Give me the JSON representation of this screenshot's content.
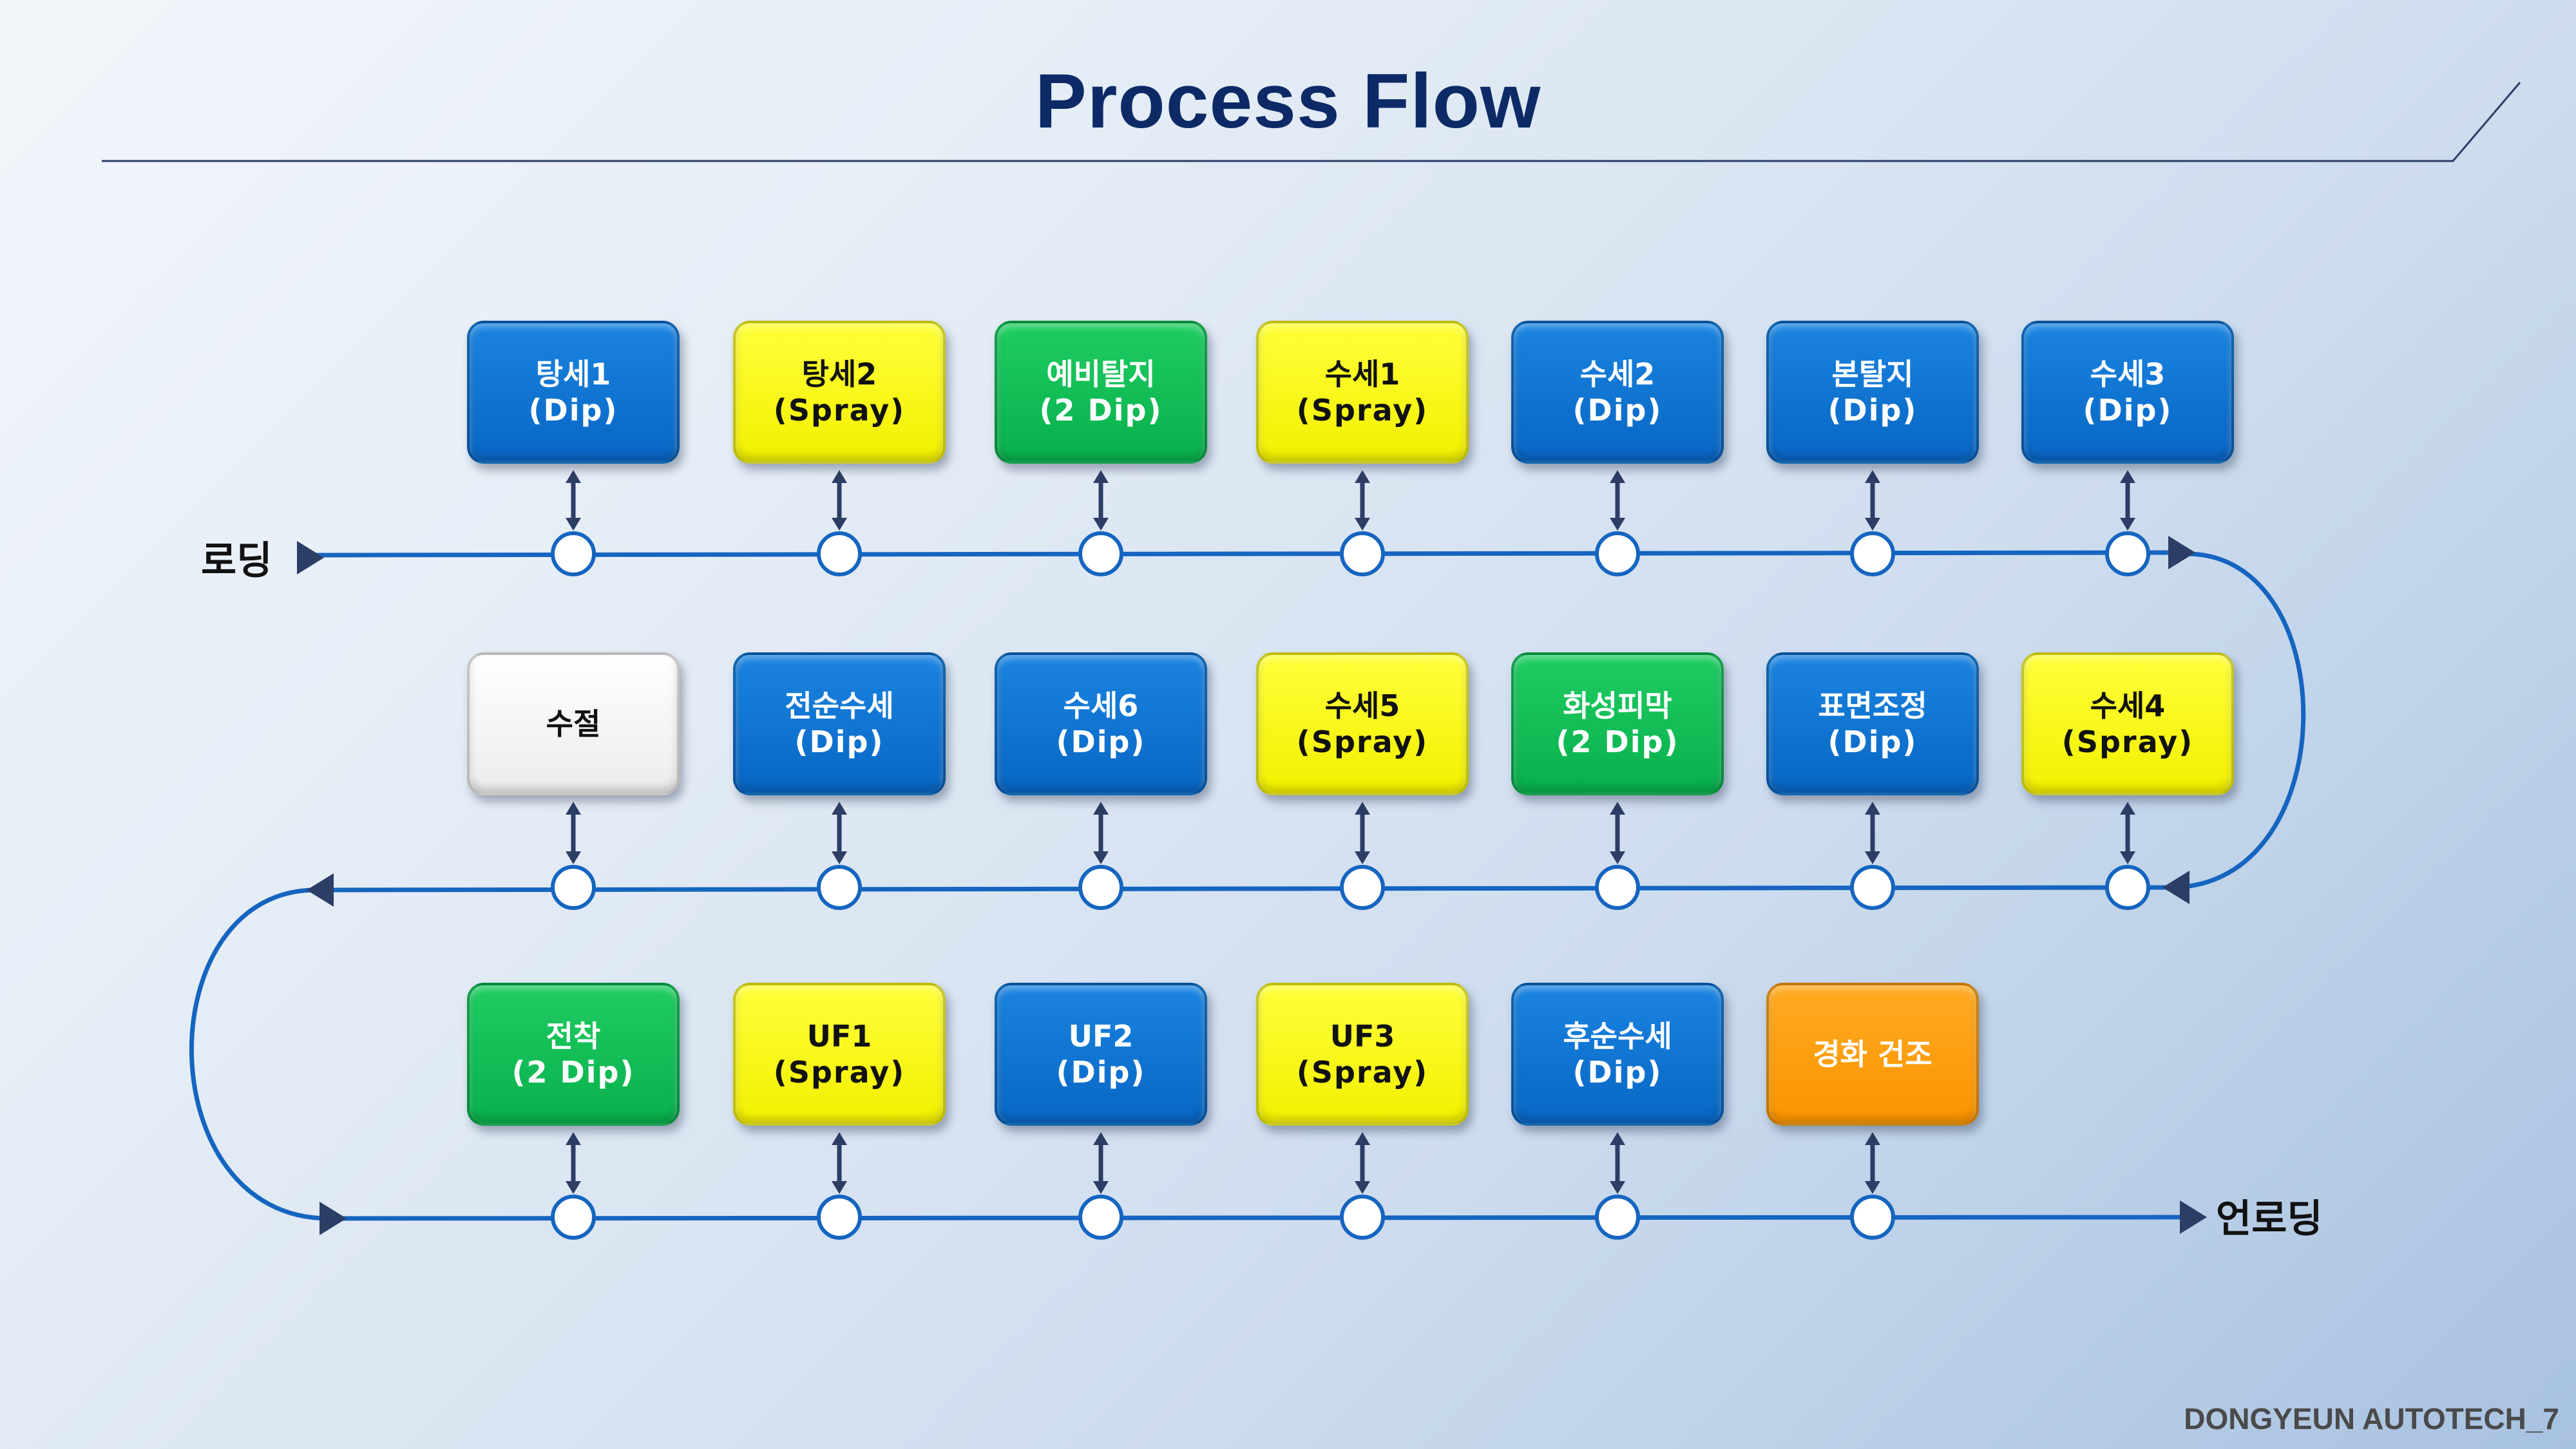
{
  "title": "Process Flow",
  "loading_label": "로딩",
  "unloading_label": "언로딩",
  "footer": "DONGYEUN AUTOTECH_7",
  "colors": {
    "blue": "#0a6fd0",
    "yellow": "#f8f600",
    "green": "#0cb852",
    "white": "#ffffff",
    "orange": "#fc9b0a",
    "line": "#1565c0",
    "title": "#0d2a66"
  },
  "rows": [
    {
      "direction": "left-to-right",
      "steps": [
        {
          "name": "탕세1",
          "method": "(Dip)",
          "color": "blue"
        },
        {
          "name": "탕세2",
          "method": "(Spray)",
          "color": "yellow"
        },
        {
          "name": "예비탈지",
          "method": "(2 Dip)",
          "color": "green"
        },
        {
          "name": "수세1",
          "method": "(Spray)",
          "color": "yellow"
        },
        {
          "name": "수세2",
          "method": "(Dip)",
          "color": "blue"
        },
        {
          "name": "본탈지",
          "method": "(Dip)",
          "color": "blue"
        },
        {
          "name": "수세3",
          "method": "(Dip)",
          "color": "blue"
        }
      ]
    },
    {
      "direction": "right-to-left",
      "steps": [
        {
          "name": "수절",
          "method": "",
          "color": "white"
        },
        {
          "name": "전순수세",
          "method": "(Dip)",
          "color": "blue"
        },
        {
          "name": "수세6",
          "method": "(Dip)",
          "color": "blue"
        },
        {
          "name": "수세5",
          "method": "(Spray)",
          "color": "yellow"
        },
        {
          "name": "화성피막",
          "method": "(2 Dip)",
          "color": "green"
        },
        {
          "name": "표면조정",
          "method": "(Dip)",
          "color": "blue"
        },
        {
          "name": "수세4",
          "method": "(Spray)",
          "color": "yellow"
        }
      ]
    },
    {
      "direction": "left-to-right",
      "steps": [
        {
          "name": "전착",
          "method": "(2 Dip)",
          "color": "green"
        },
        {
          "name": "UF1",
          "method": "(Spray)",
          "color": "yellow"
        },
        {
          "name": "UF2",
          "method": "(Dip)",
          "color": "blue"
        },
        {
          "name": "UF3",
          "method": "(Spray)",
          "color": "yellow"
        },
        {
          "name": "후순수세",
          "method": "(Dip)",
          "color": "blue"
        },
        {
          "name": "경화 건조",
          "method": "",
          "color": "orange"
        }
      ]
    }
  ]
}
